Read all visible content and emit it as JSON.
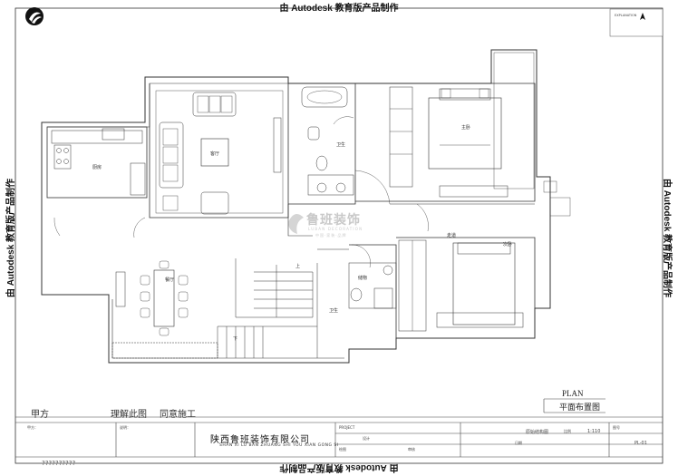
{
  "watermark": {
    "top": "由 Autodesk 教育版产品制作",
    "bottom": "由 Autodesk 教育版产品制作",
    "left": "由 Autodesk 教育版产品制作",
    "right": "由 Autodesk 教育版产品制作"
  },
  "floorplan": {
    "rooms": {
      "kitchen": "厨房",
      "living_room": "客厅",
      "bath1": "卫生",
      "master_bedroom": "主卧",
      "hallway": "走道",
      "second_bedroom": "次卧",
      "storage": "储物",
      "bath2": "卫生",
      "dining": "餐厅",
      "stairs_down": "下",
      "stairs_up": "上"
    },
    "logo_cn": "鲁班装饰",
    "logo_en": "LUBAN  DECORATION",
    "logo_slogan": "中国·家装·品牌"
  },
  "signoff": {
    "party_a": "甲方",
    "understood": "理解此图",
    "agree": "同意施工"
  },
  "plan_title": {
    "en": "PLAN",
    "cn": "平面布置图"
  },
  "title_block": {
    "party_a_small": "甲方：",
    "notes_header": "说明：",
    "company_cn": "陕西鲁班装饰有限公司",
    "company_en": "SHAN XI LU BAN ZHUANG SHI YOU XIAN GONG SI",
    "project_label": "PROJECT",
    "design_label": "设计",
    "drawn_label": "绘图",
    "check_label": "审核",
    "drawing_name": "原始结构图",
    "scale_label": "比例",
    "scale_value": "1:110",
    "date_label": "日期",
    "drawing_no_label": "图号",
    "drawing_no": "PL-01",
    "footer_marks": "??????????"
  }
}
